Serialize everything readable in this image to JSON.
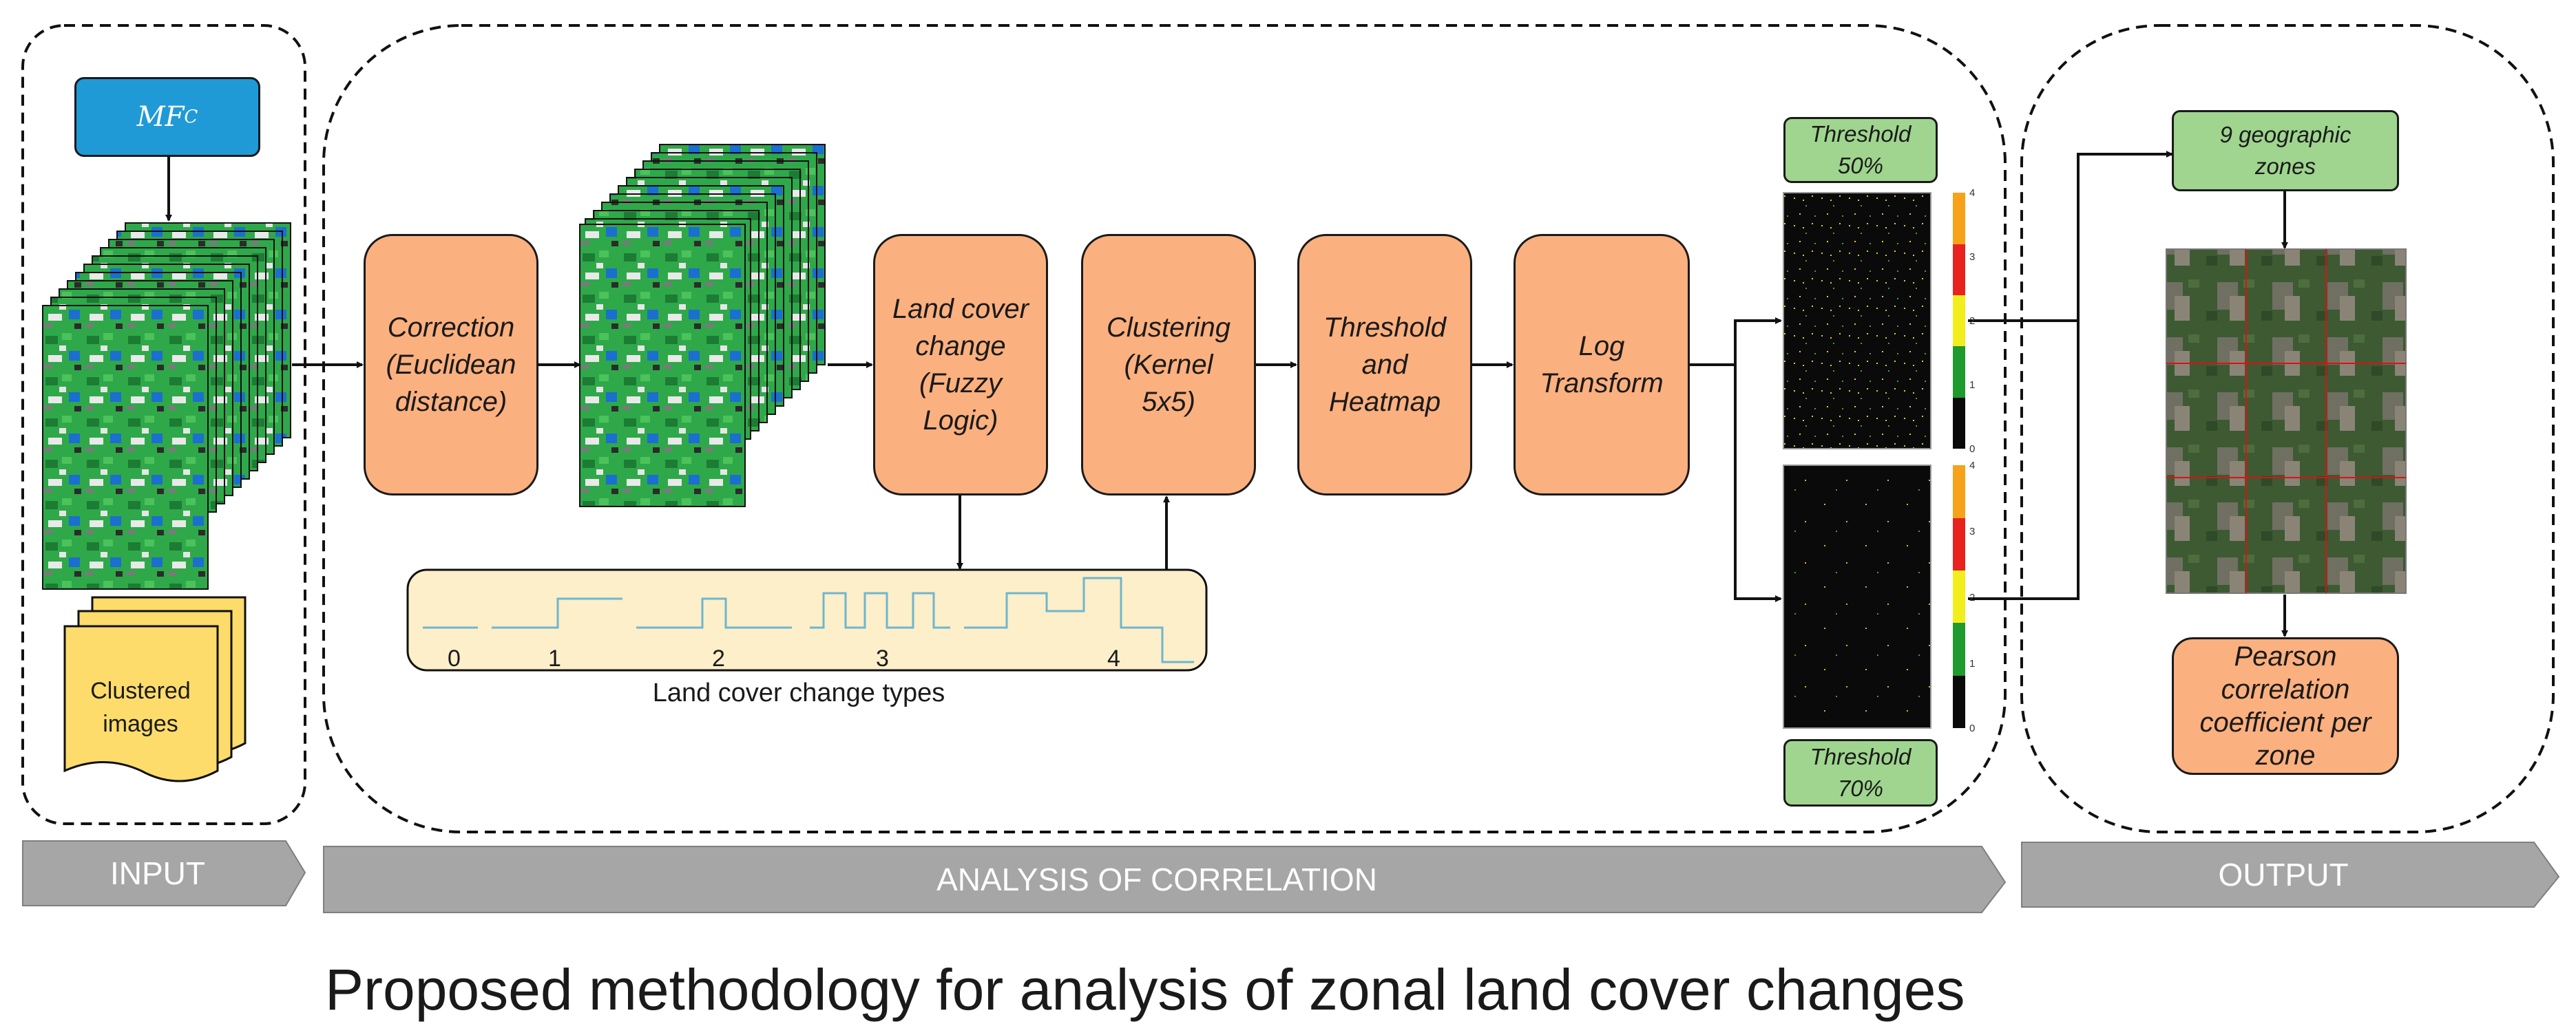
{
  "title": "Proposed methodology for analysis of zonal land cover changes",
  "phases": {
    "input": "INPUT",
    "analysis": "ANALYSIS OF CORRELATION",
    "output": "OUTPUT"
  },
  "input": {
    "mf_label": "MF",
    "mf_sub": "C",
    "clustered_label": "Clustered\nimages"
  },
  "steps": {
    "correction": "Correction\n(Euclidean\ndistance)",
    "land_cover_change": "Land cover\nchange\n(Fuzzy\nLogic)",
    "clustering": "Clustering\n(Kernel\n5x5)",
    "threshold_heatmap": "Threshold\nand\nHeatmap",
    "log_transform": "Log\nTransform"
  },
  "change_types": {
    "label": "Land cover change types",
    "ticks": [
      "0",
      "1",
      "2",
      "3",
      "4"
    ]
  },
  "thresholds": {
    "top": "Threshold\n50%",
    "bottom": "Threshold\n70%"
  },
  "colorbar": {
    "ticks": [
      "4",
      "3",
      "2",
      "1",
      "0"
    ],
    "colors": [
      "#f7a21b",
      "#e8231f",
      "#f2ee1e",
      "#1f9a2e",
      "#0a0a0a"
    ]
  },
  "output": {
    "zones": "9 geographic\nzones",
    "pearson": "Pearson\ncorrelation\ncoefficient per\nzone"
  },
  "colors": {
    "orange_node": "#fbb07f",
    "green_node": "#9fd58f",
    "blue_node": "#1f9ad6",
    "phase_band": "#a6a6a6",
    "clustered_docs": "#fddc6c",
    "change_type_panel": "#fcefc9"
  }
}
